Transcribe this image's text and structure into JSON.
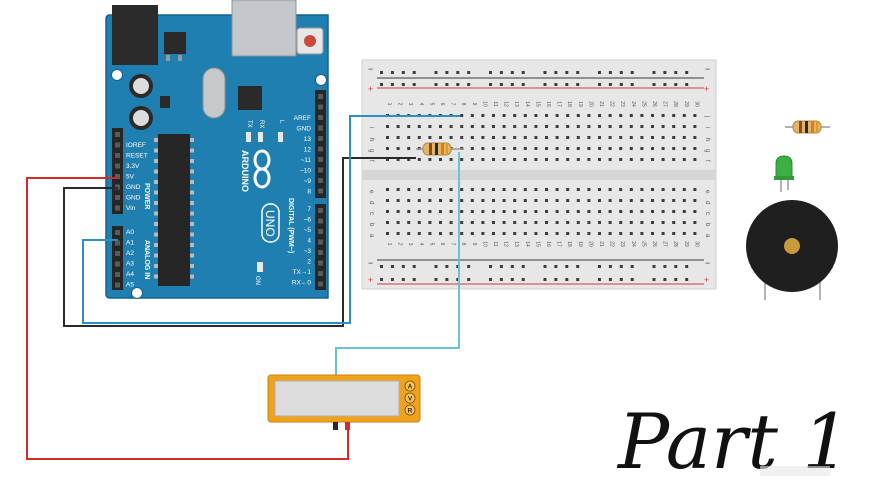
{
  "board": {
    "brand": "ARDUINO",
    "model": "UNO",
    "on_label": "ON",
    "tx_label": "TX",
    "rx_label": "RX",
    "l_label": "L",
    "power_pins": [
      "IOREF",
      "RESET",
      "3.3V",
      "5V",
      "GND",
      "GND",
      "Vin"
    ],
    "power_title": "POWER",
    "analog_pins": [
      "A0",
      "A1",
      "A2",
      "A3",
      "A4",
      "A5"
    ],
    "analog_title": "ANALOG IN",
    "digital_pins_top": [
      "AREF",
      "GND",
      "13",
      "12",
      "~11",
      "~10",
      "~9",
      "8"
    ],
    "digital_pins_bottom": [
      "7",
      "~6",
      "~5",
      "4",
      "~3",
      "2",
      "TX→1",
      "RX←0"
    ],
    "digital_title": "DIGITAL (PWM~)"
  },
  "breadboard": {
    "rail_minus": "−",
    "rail_plus": "+",
    "rows_top": [
      "j",
      "i",
      "h",
      "g",
      "f"
    ],
    "rows_bottom": [
      "e",
      "d",
      "c",
      "b",
      "a"
    ],
    "columns": 30
  },
  "multimeter": {
    "modes": [
      "A",
      "V",
      "R"
    ]
  },
  "annotation": {
    "text": "Part 1"
  },
  "colors": {
    "board": "#1f7fb0",
    "wire_red": "#d42a2a",
    "wire_black": "#2a2a2a",
    "wire_blue": "#2e8fc7",
    "wire_teal": "#68c4d4",
    "led": "#3cb043",
    "meter": "#f0a21b",
    "buzzer": "#1f1f1f"
  }
}
